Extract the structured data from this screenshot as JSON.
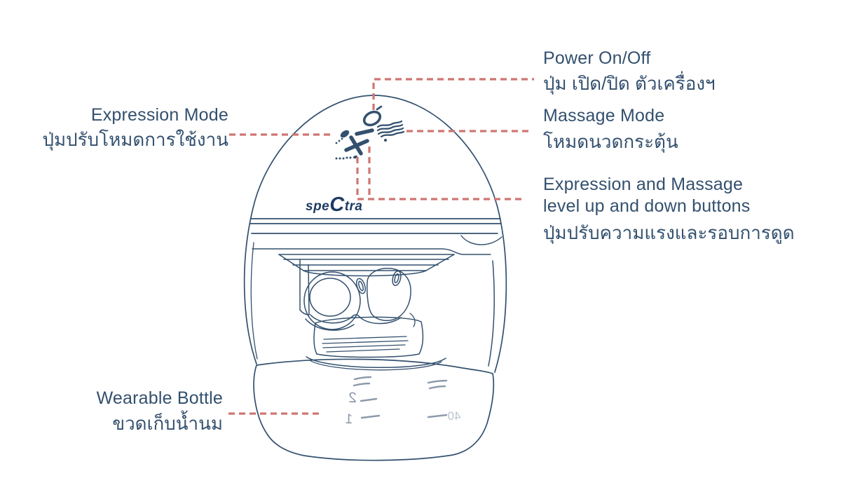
{
  "title": "Spectra wearable breast pump parts diagram",
  "colors": {
    "background": "#ffffff",
    "line_art": "#33506e",
    "label_text": "#33506e",
    "leader_dash": "#cf7672",
    "logo": "#1f3c63",
    "graduation": "#8d99ab",
    "graduation_light": "#bcc3cf"
  },
  "labels": {
    "power": {
      "en": "Power On/Off",
      "th": "ปุ่ม เปิด/ปิด ตัวเครื่องฯ"
    },
    "massage": {
      "en": "Massage Mode",
      "th": "โหมดนวดกระตุ้น"
    },
    "levels": {
      "en1": "Expression and Massage",
      "en2": "level up and down buttons",
      "th": "ปุ่มปรับความแรงและรอบการดูด"
    },
    "expression": {
      "en": "Expression Mode",
      "th": "ปุ่มปรับโหมดการใช้งาน"
    },
    "bottle": {
      "en": "Wearable Bottle",
      "th": "ขวดเก็บน้ำนม"
    }
  },
  "device": {
    "logo_pre": "spe",
    "logo_c": "C",
    "logo_post": "tra",
    "bottle_scale": {
      "left_upper": "2",
      "left_lower": "1",
      "right": "40"
    },
    "icons": [
      "power-button-icon",
      "massage-wave-icon",
      "minus-button-icon",
      "plus-button-icon"
    ]
  }
}
